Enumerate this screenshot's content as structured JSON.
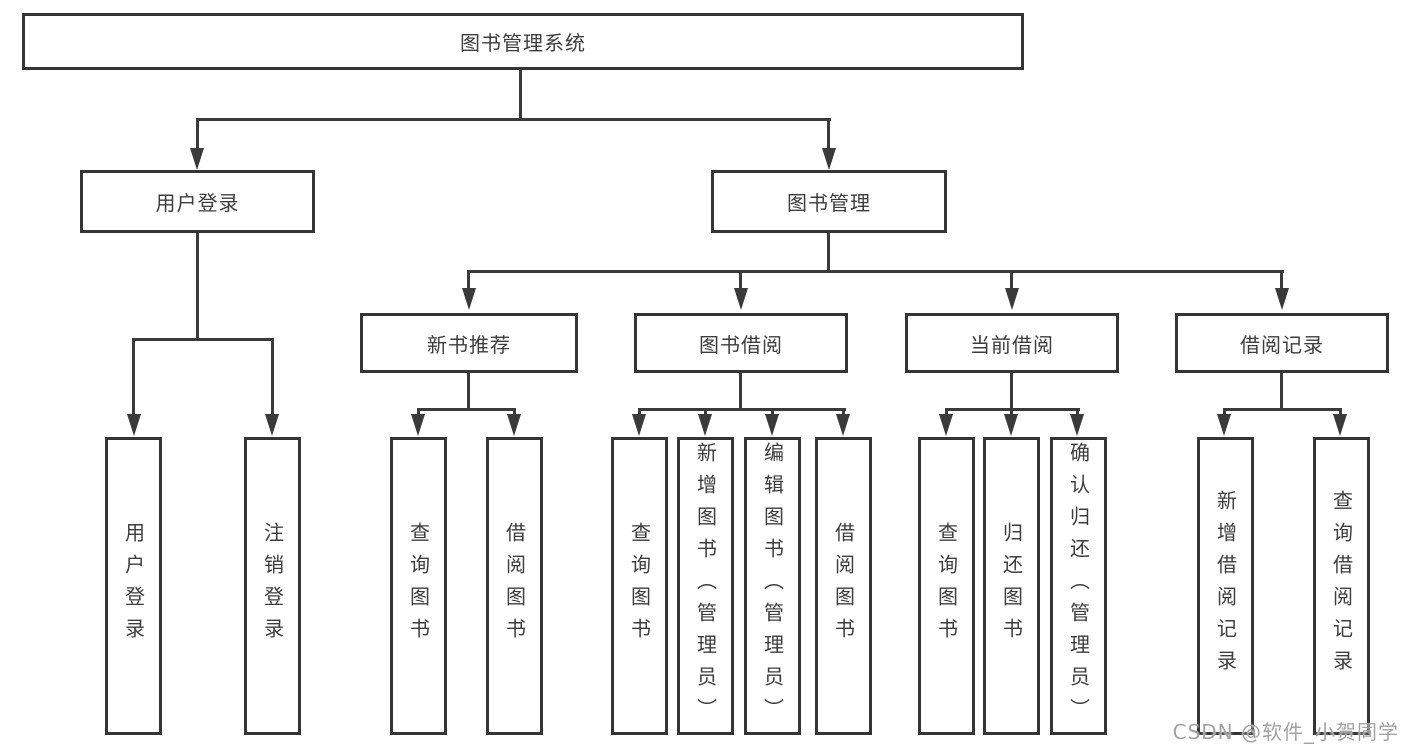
{
  "diagram": {
    "root": {
      "label": "图书管理系统"
    },
    "branches": [
      {
        "label": "用户登录",
        "children": [
          {
            "label": "用户登录"
          },
          {
            "label": "注销登录"
          }
        ]
      },
      {
        "label": "图书管理",
        "children": [
          {
            "label": "新书推荐",
            "children": [
              {
                "label": "查询图书"
              },
              {
                "label": "借阅图书"
              }
            ]
          },
          {
            "label": "图书借阅",
            "children": [
              {
                "label": "查询图书"
              },
              {
                "label": "新增图书（管理员）"
              },
              {
                "label": "编辑图书（管理员）"
              },
              {
                "label": "借阅图书"
              }
            ]
          },
          {
            "label": "当前借阅",
            "children": [
              {
                "label": "查询图书"
              },
              {
                "label": "归还图书"
              },
              {
                "label": "确认归还（管理员）"
              }
            ]
          },
          {
            "label": "借阅记录",
            "children": [
              {
                "label": "新增借阅记录"
              },
              {
                "label": "查询借阅记录"
              }
            ]
          }
        ]
      }
    ]
  },
  "watermark": {
    "text": "CSDN @软件_小贺同学"
  },
  "colors": {
    "line": "#3a3a3a",
    "box_border": "#353535",
    "text": "#3d3d3d",
    "watermark": "#a3a3a3",
    "background": "#ffffff"
  }
}
